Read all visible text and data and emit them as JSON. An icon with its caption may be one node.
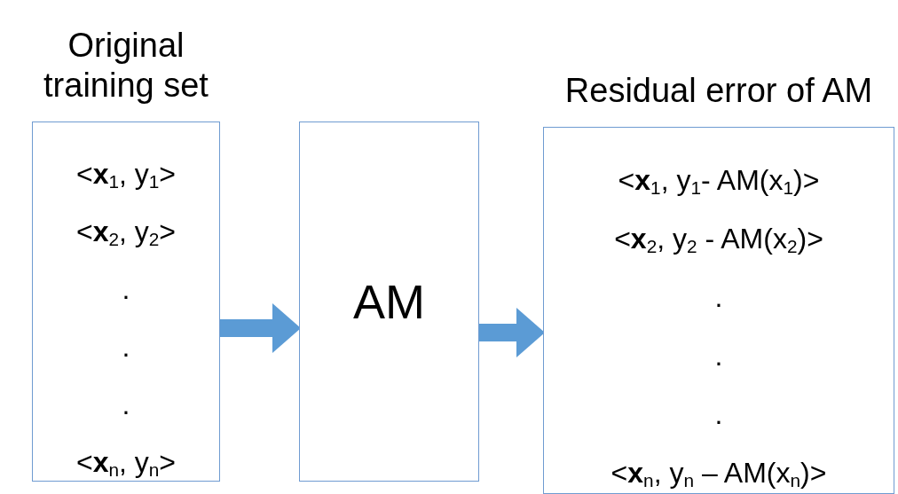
{
  "diagram": {
    "nodes": [
      {
        "text": [
          "Original training set",
          "<**x**$_{1}$, y$_{1}$>",
          "<**x**$_{2}$, y$_{2}$>",
          ".",
          ".",
          ".",
          "<**x**$_{n}$, y$_{n}$>"
        ]
      },
      {
        "text": [
          "AM"
        ]
      },
      {
        "text": [
          "Residual error of AM",
          "<**x**$_{1}$, y$_{1}$- AM(x$_{1}$)>",
          "<**x**$_{2}$, y$_{2}$ - AM(x$_{2}$)>",
          ".",
          ".",
          ".",
          "<**x**$_{n}$, y$_{n}$ – AM(x$_{n}$)>"
        ]
      }
    ],
    "edges": [
      {
        "from": 0,
        "to": 1,
        "arrow": "to"
      },
      {
        "from": 1,
        "to": 2,
        "arrow": "to"
      }
    ]
  }
}
